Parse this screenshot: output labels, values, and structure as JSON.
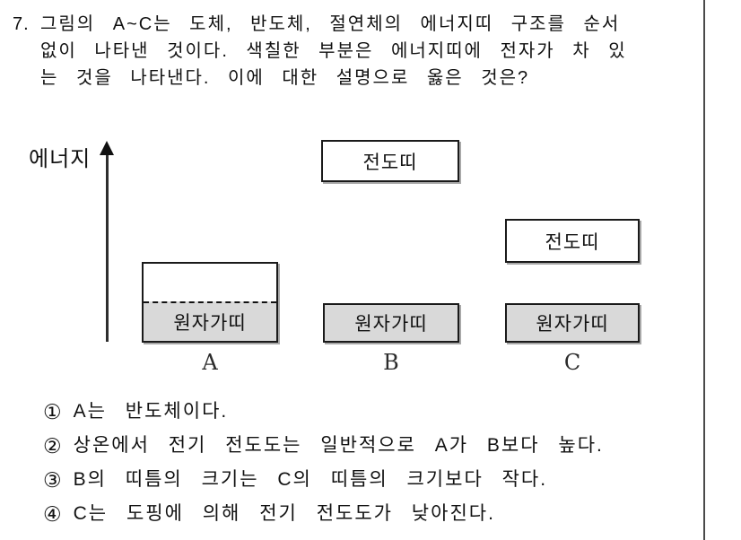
{
  "question": {
    "number": "7.",
    "lines": [
      "그림의 A~C는 도체, 반도체, 절연체의 에너지띠 구조를 순서",
      "없이 나타낸 것이다. 색칠한 부분은 에너지띠에 전자가 차 있",
      "는 것을 나타낸다. 이에 대한 설명으로 옳은 것은?"
    ]
  },
  "diagram": {
    "axis_label": "에너지",
    "a": {
      "label": "A",
      "valence_label": "원자가띠"
    },
    "b": {
      "label": "B",
      "conduction_label": "전도띠",
      "valence_label": "원자가띠"
    },
    "c": {
      "label": "C",
      "conduction_label": "전도띠",
      "valence_label": "원자가띠"
    },
    "colors": {
      "filled_band": "#d9d9d9",
      "empty_band": "#ffffff",
      "border": "#1a1a1a"
    }
  },
  "choices": [
    {
      "num": "①",
      "text": "A는 반도체이다."
    },
    {
      "num": "②",
      "text": "상온에서 전기 전도도는 일반적으로 A가 B보다 높다."
    },
    {
      "num": "③",
      "text": "B의 띠틈의 크기는 C의 띠틈의 크기보다 작다."
    },
    {
      "num": "④",
      "text": "C는 도핑에 의해 전기 전도도가 낮아진다."
    }
  ]
}
